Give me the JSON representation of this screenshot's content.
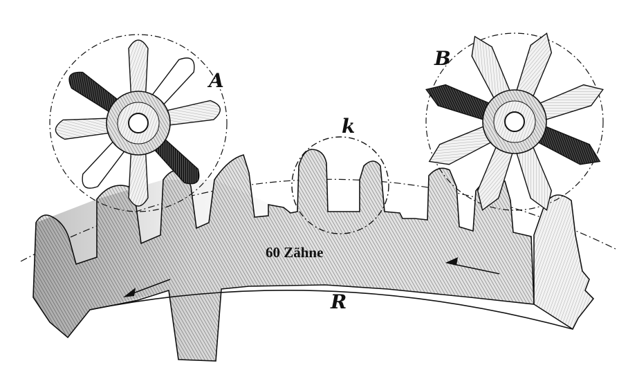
{
  "labels": {
    "pinion_a": "A",
    "pinion_b": "B",
    "circle_k": "k",
    "wheel_r": "R",
    "teeth_count": "60 Zähne"
  },
  "colors": {
    "ink": "#111111",
    "hatch_dark": "#555555",
    "hatch_light": "#8a8a8a",
    "paper": "#ffffff"
  },
  "pinions": [
    {
      "id": "A",
      "arms": 8
    },
    {
      "id": "B",
      "arms": 8
    }
  ]
}
